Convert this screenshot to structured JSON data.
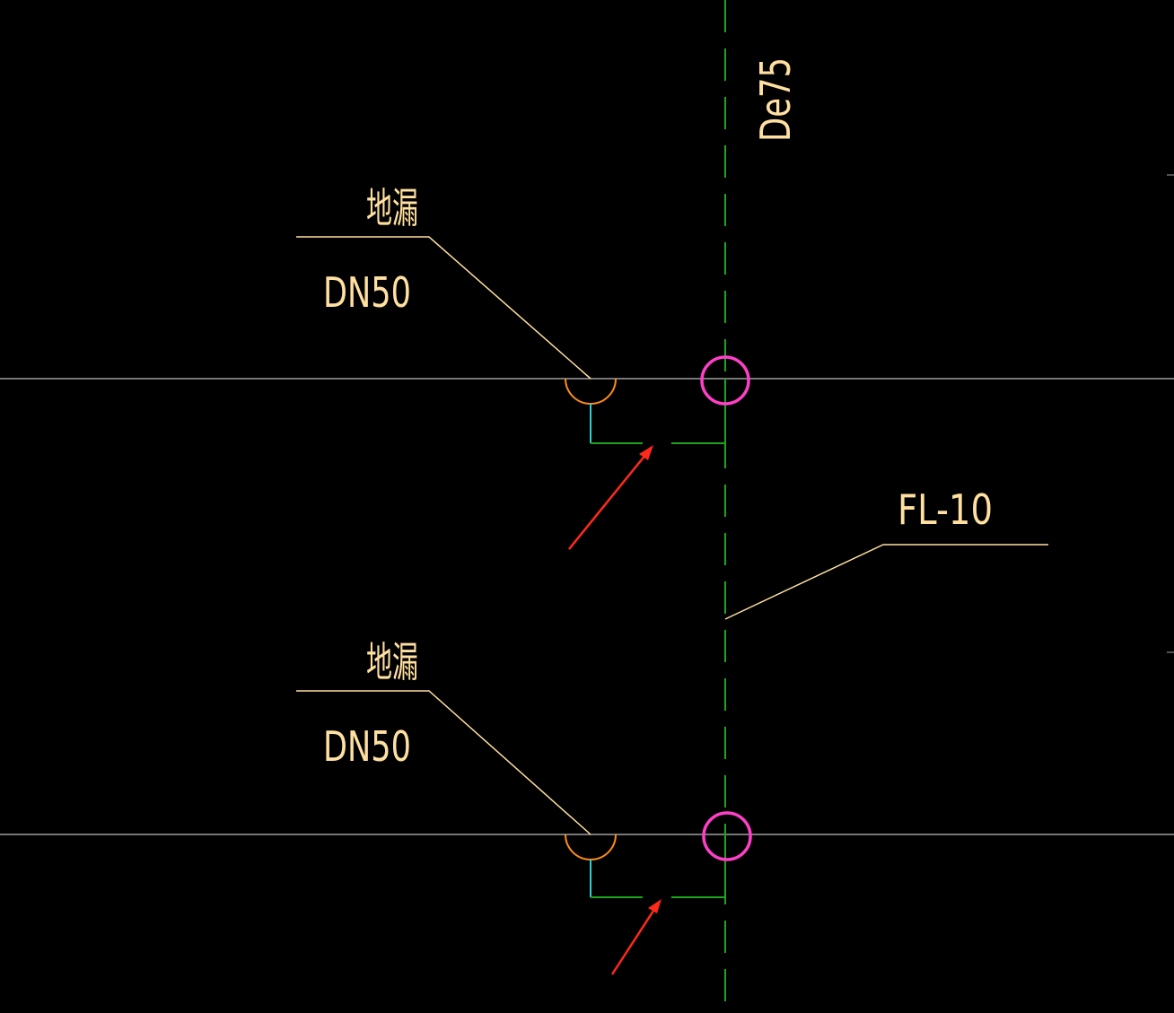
{
  "drawing": {
    "riser_label": "De75",
    "riser_tag": "FL-10",
    "floor_drains": [
      {
        "name": "地漏",
        "size": "DN50"
      },
      {
        "name": "地漏",
        "size": "DN50"
      }
    ]
  },
  "colors": {
    "background": "#000000",
    "floor_line": "#a0a0a0",
    "riser_pipe": "#1fa31f",
    "branch_pipe": "#1fa31f",
    "drain_stub": "#2ad0d0",
    "drain_symbol": "#ff8c1a",
    "riser_circle": "#ff3fc8",
    "leader": "#ffe0a0",
    "text": "#ffe0a0",
    "arrow": "#ff2a1a"
  }
}
